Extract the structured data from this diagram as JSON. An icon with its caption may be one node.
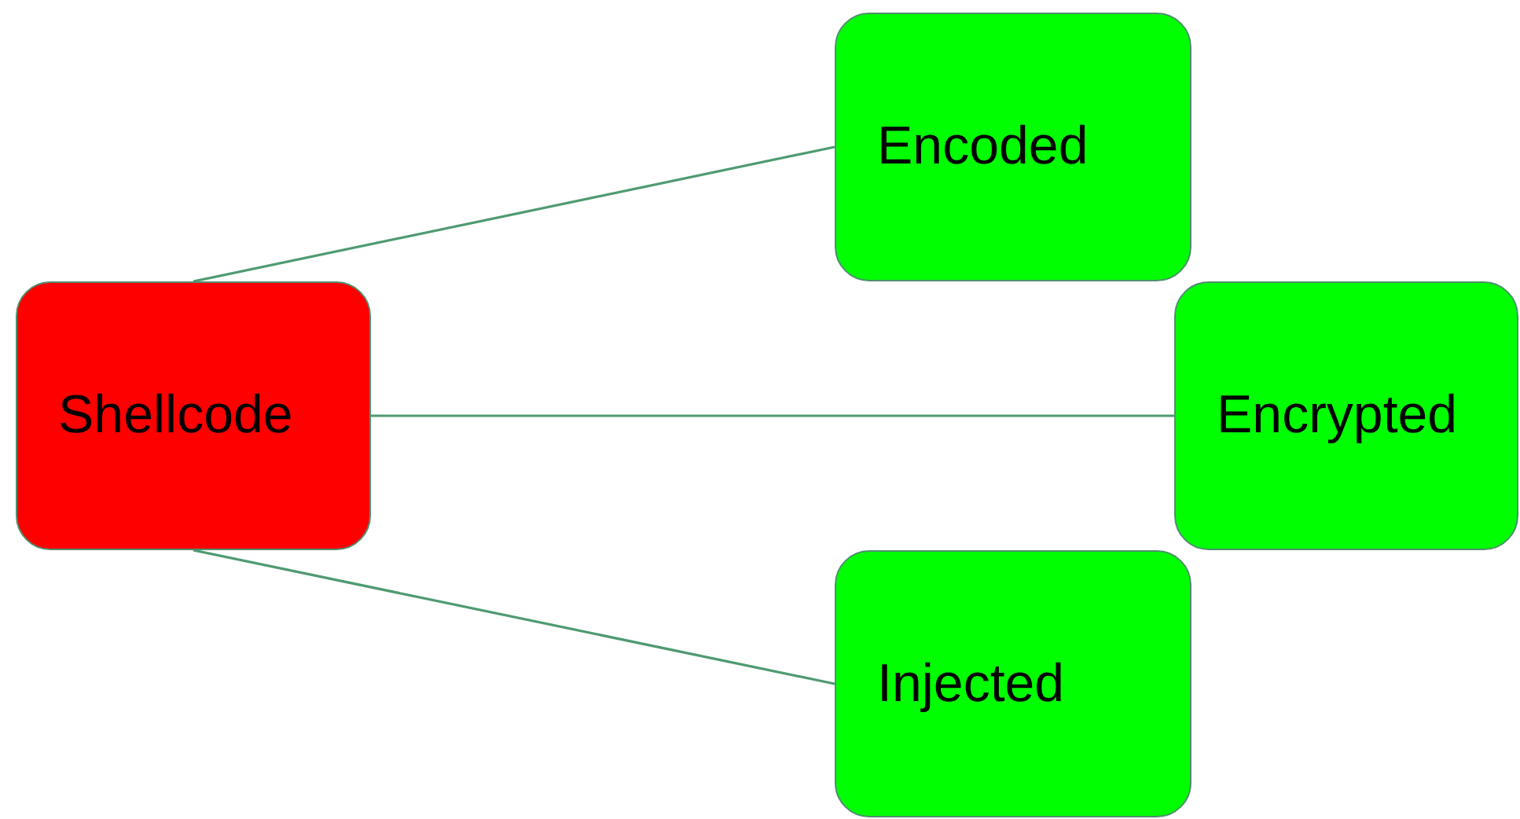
{
  "diagram": {
    "nodes": [
      {
        "text": [
          "Shellcode"
        ]
      },
      {
        "text": [
          "Encoded"
        ]
      },
      {
        "text": [
          "Encrypted"
        ]
      },
      {
        "text": [
          "Injected"
        ]
      }
    ],
    "edges": [
      {
        "from": 0,
        "to": 1,
        "arrow": "none"
      },
      {
        "from": 0,
        "to": 2,
        "arrow": "none"
      },
      {
        "from": 0,
        "to": 3,
        "arrow": "none"
      }
    ]
  }
}
